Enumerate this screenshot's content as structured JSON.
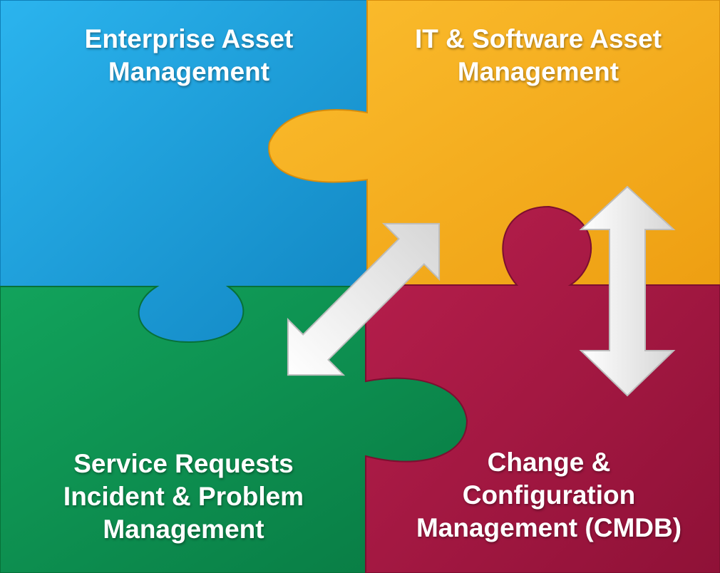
{
  "pieces": {
    "top_left": {
      "color": "#1aa0dc",
      "lines": [
        "Enterprise Asset",
        "Management"
      ]
    },
    "top_right": {
      "color": "#f5ae1c",
      "lines": [
        "IT & Software Asset",
        "Management"
      ]
    },
    "bottom_left": {
      "color": "#0e9150",
      "lines": [
        "Service Requests",
        "Incident & Problem",
        "Management"
      ]
    },
    "bottom_right": {
      "color": "#a51743",
      "lines": [
        "Change &",
        "Configuration",
        "Management (CMDB)"
      ]
    }
  },
  "arrows": [
    {
      "name": "diagonal-double-arrow",
      "direction": "bidirectional",
      "color": "#f2f2f2"
    },
    {
      "name": "vertical-double-arrow",
      "direction": "bidirectional",
      "color": "#f2f2f2"
    }
  ]
}
